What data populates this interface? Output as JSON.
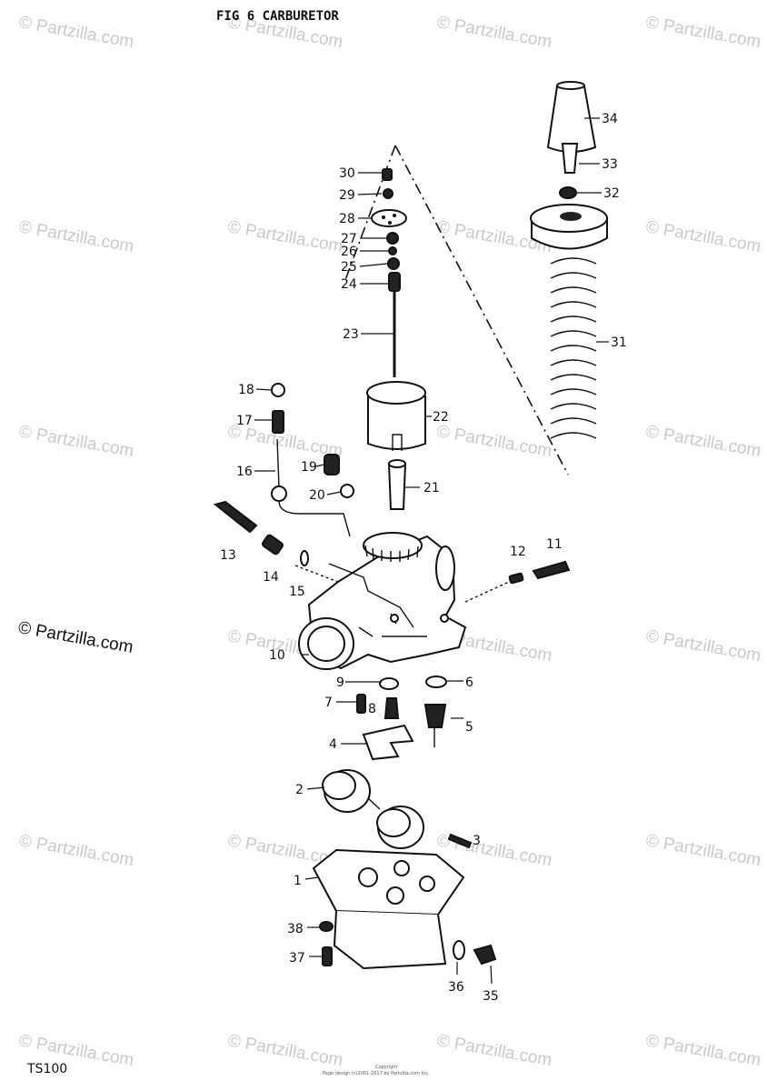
{
  "title": "FIG 6  CARBURETOR",
  "model": "TS100",
  "watermark": "© Partzilla.com",
  "side_watermark": "© Partzilla.com",
  "footer_small": "Copyright",
  "footer_small2": "Page design (c)2001-2017 by Partzilla.com Inc.",
  "callouts": {
    "c1": "1",
    "c2": "2",
    "c3": "3",
    "c4": "4",
    "c5": "5",
    "c6": "6",
    "c7": "7",
    "c8": "8",
    "c9": "9",
    "c10": "10",
    "c11": "11",
    "c12": "12",
    "c13": "13",
    "c14": "14",
    "c15": "15",
    "c16": "16",
    "c17": "17",
    "c18": "18",
    "c19": "19",
    "c20": "20",
    "c21": "21",
    "c22": "22",
    "c23": "23",
    "c24": "24",
    "c25": "25",
    "c26": "26",
    "c27": "27",
    "c28": "28",
    "c29": "29",
    "c30": "30",
    "c31": "31",
    "c32": "32",
    "c33": "33",
    "c34": "34",
    "c35": "35",
    "c36": "36",
    "c37": "37",
    "c38": "38"
  }
}
